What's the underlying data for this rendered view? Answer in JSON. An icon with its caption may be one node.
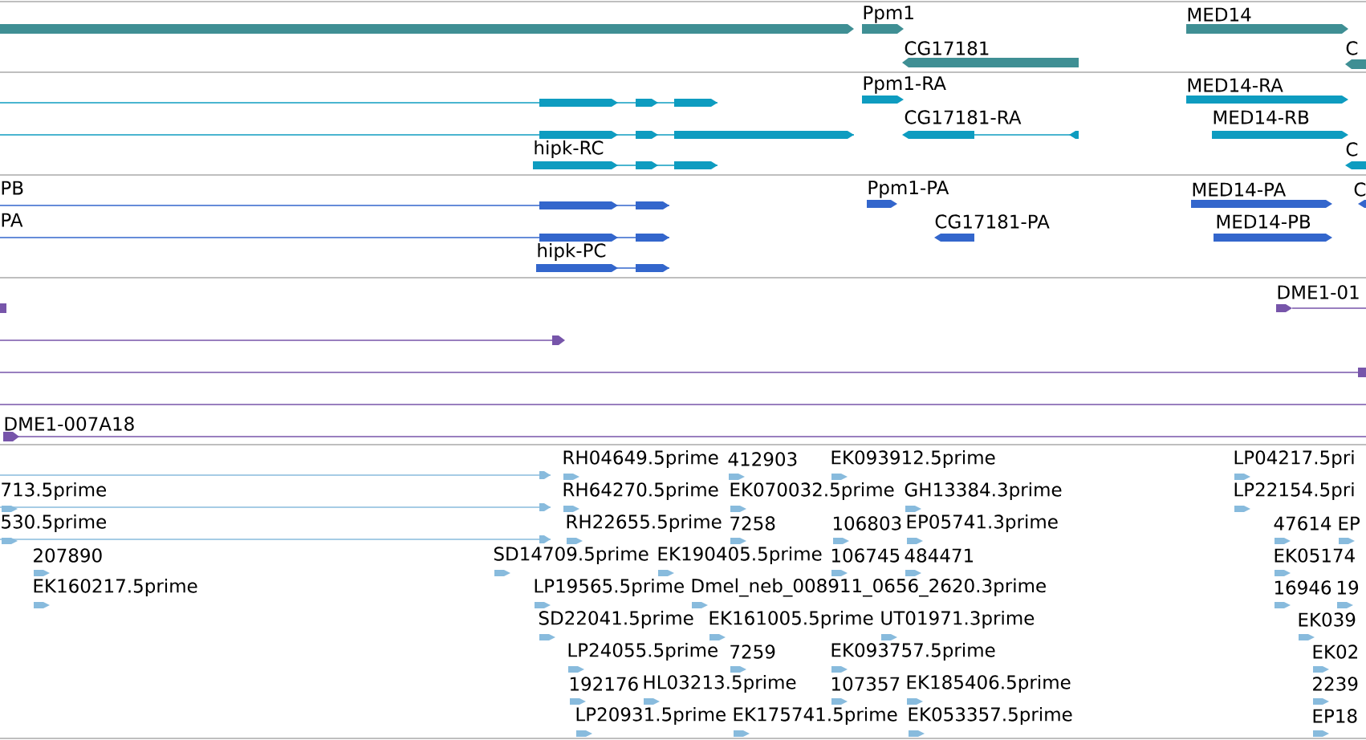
{
  "diagram": {
    "labels": [
      "Ppm1",
      "MED14",
      "CG17181",
      "C",
      "Ppm1-RA",
      "MED14-RA",
      "CG17181-RA",
      "MED14-RB",
      "hipk-RC",
      "C",
      "PB",
      "Ppm1-PA",
      "MED14-PA",
      "C",
      "PA",
      "CG17181-PA",
      "MED14-PB",
      "hipk-PC",
      "DME1-01",
      "DME1-007A18",
      "RH04649.5prime",
      "412903",
      "EK093912.5prime",
      "LP04217.5pri",
      "713.5prime",
      "RH64270.5prime",
      "EK070032.5prime",
      "GH13384.3prime",
      "LP22154.5pri",
      "530.5prime",
      "RH22655.5prime",
      "7258",
      "106803",
      "EP05741.3prime",
      "47614",
      "EP",
      "207890",
      "SD14709.5prime",
      "EK190405.5prime",
      "106745",
      "484471",
      "EK05174",
      "EK160217.5prime",
      "LP19565.5prime",
      "Dmel_neb_008911_0656_2620.3prime",
      "16946",
      "19",
      "SD22041.5prime",
      "EK161005.5prime",
      "UT01971.3prime",
      "EK039",
      "LP24055.5prime",
      "7259",
      "EK093757.5prime",
      "EK02",
      "192176",
      "HL03213.5prime",
      "107357",
      "EK185406.5prime",
      "2239",
      "LP20931.5prime",
      "EK175741.5prime",
      "EK053357.5prime",
      "EP18"
    ]
  }
}
